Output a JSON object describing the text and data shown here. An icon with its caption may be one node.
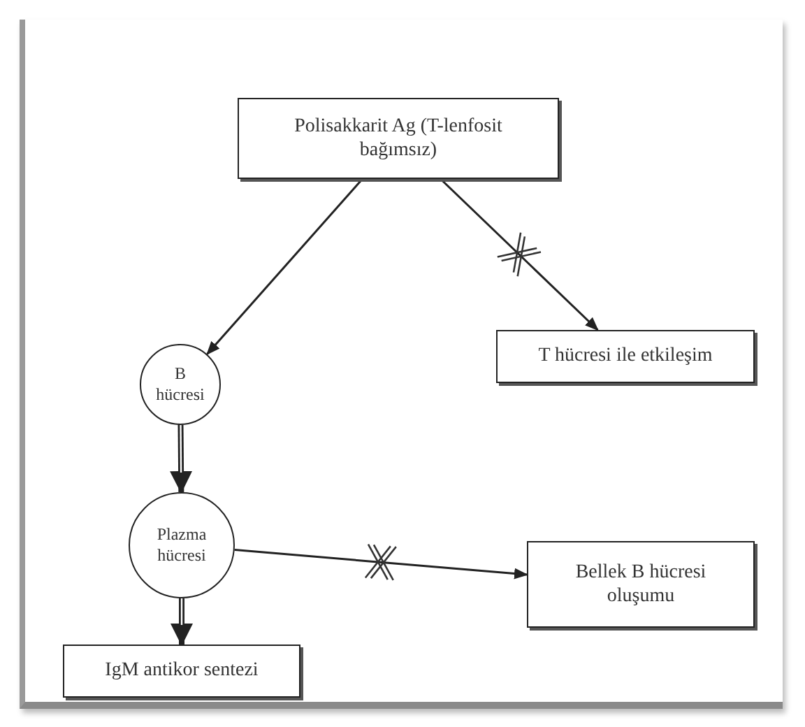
{
  "diagram": {
    "nodes": [
      {
        "text": [
          "Polisakkarit Ag (T-lenfosit bağımsız)"
        ]
      },
      {
        "text": [
          "T hücresi ile etkileşim"
        ]
      },
      {
        "text": [
          "B hücresi"
        ]
      },
      {
        "text": [
          "Plazma hücresi"
        ]
      },
      {
        "text": [
          "Bellek B hücresi oluşumu"
        ]
      },
      {
        "text": [
          "IgM antikor sentezi"
        ]
      }
    ],
    "edges": [
      {
        "from": 0,
        "to": 2,
        "arrow": "to"
      },
      {
        "from": 0,
        "to": 1,
        "arrow": "to"
      },
      {
        "from": 2,
        "to": 3,
        "arrow": "to",
        "style": "thick"
      },
      {
        "from": 3,
        "to": 4,
        "arrow": "to"
      },
      {
        "from": 3,
        "to": 5,
        "arrow": "to",
        "style": "thick"
      }
    ]
  }
}
